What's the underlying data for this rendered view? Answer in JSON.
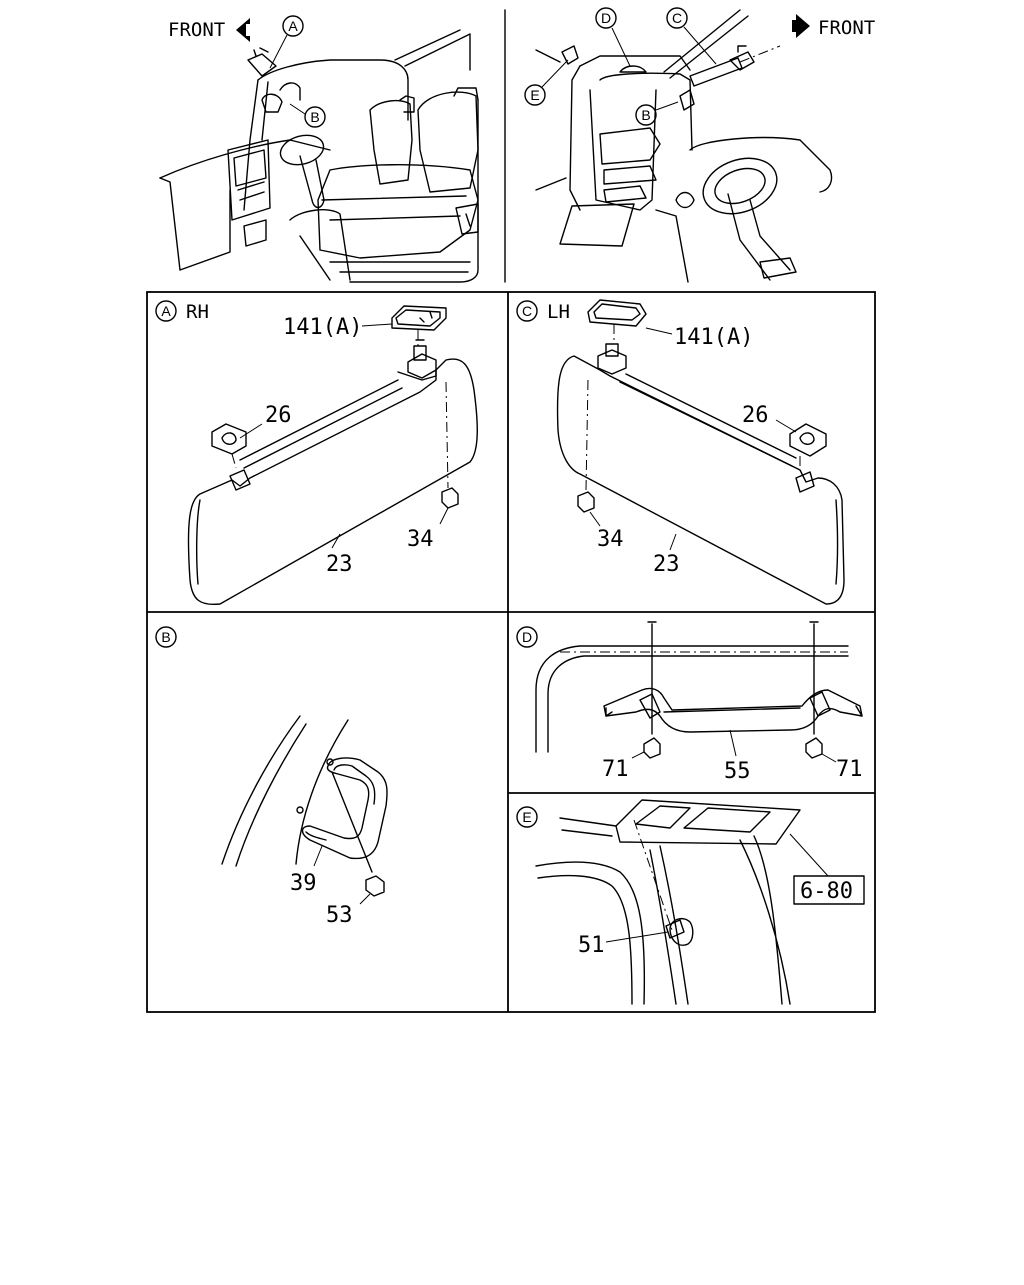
{
  "overview": {
    "left": {
      "front_label": "FRONT",
      "callouts": [
        "A",
        "B"
      ]
    },
    "right": {
      "front_label": "FRONT",
      "callouts": [
        "D",
        "C",
        "E",
        "B"
      ]
    }
  },
  "panels": {
    "a": {
      "letter": "A",
      "side": "RH",
      "parts": {
        "hook": "141(A)",
        "holder": "26",
        "screw": "34",
        "visor": "23"
      }
    },
    "c": {
      "letter": "C",
      "side": "LH",
      "parts": {
        "hook": "141(A)",
        "holder": "26",
        "screw": "34",
        "visor": "23"
      }
    },
    "b": {
      "letter": "B",
      "parts": {
        "grip": "39",
        "screw": "53"
      }
    },
    "d": {
      "letter": "D",
      "parts": {
        "screw_left": "71",
        "grip": "55",
        "screw_right": "71"
      }
    },
    "e": {
      "letter": "E",
      "parts": {
        "clip": "51",
        "ref": "6-80"
      }
    }
  }
}
